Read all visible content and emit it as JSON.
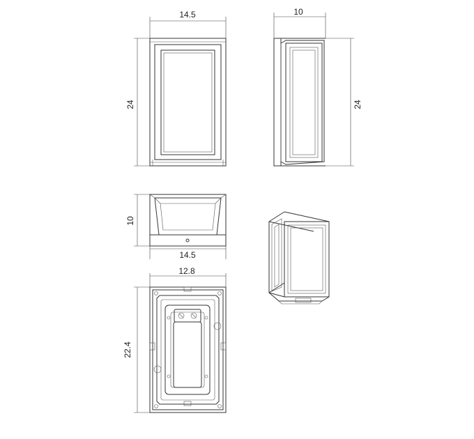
{
  "dimensions": {
    "front_width": "14.5",
    "front_height": "24",
    "side_depth": "10",
    "side_height": "24",
    "bottom_depth": "10",
    "bottom_width": "14.5",
    "back_width": "12.8",
    "back_height": "22.4"
  }
}
